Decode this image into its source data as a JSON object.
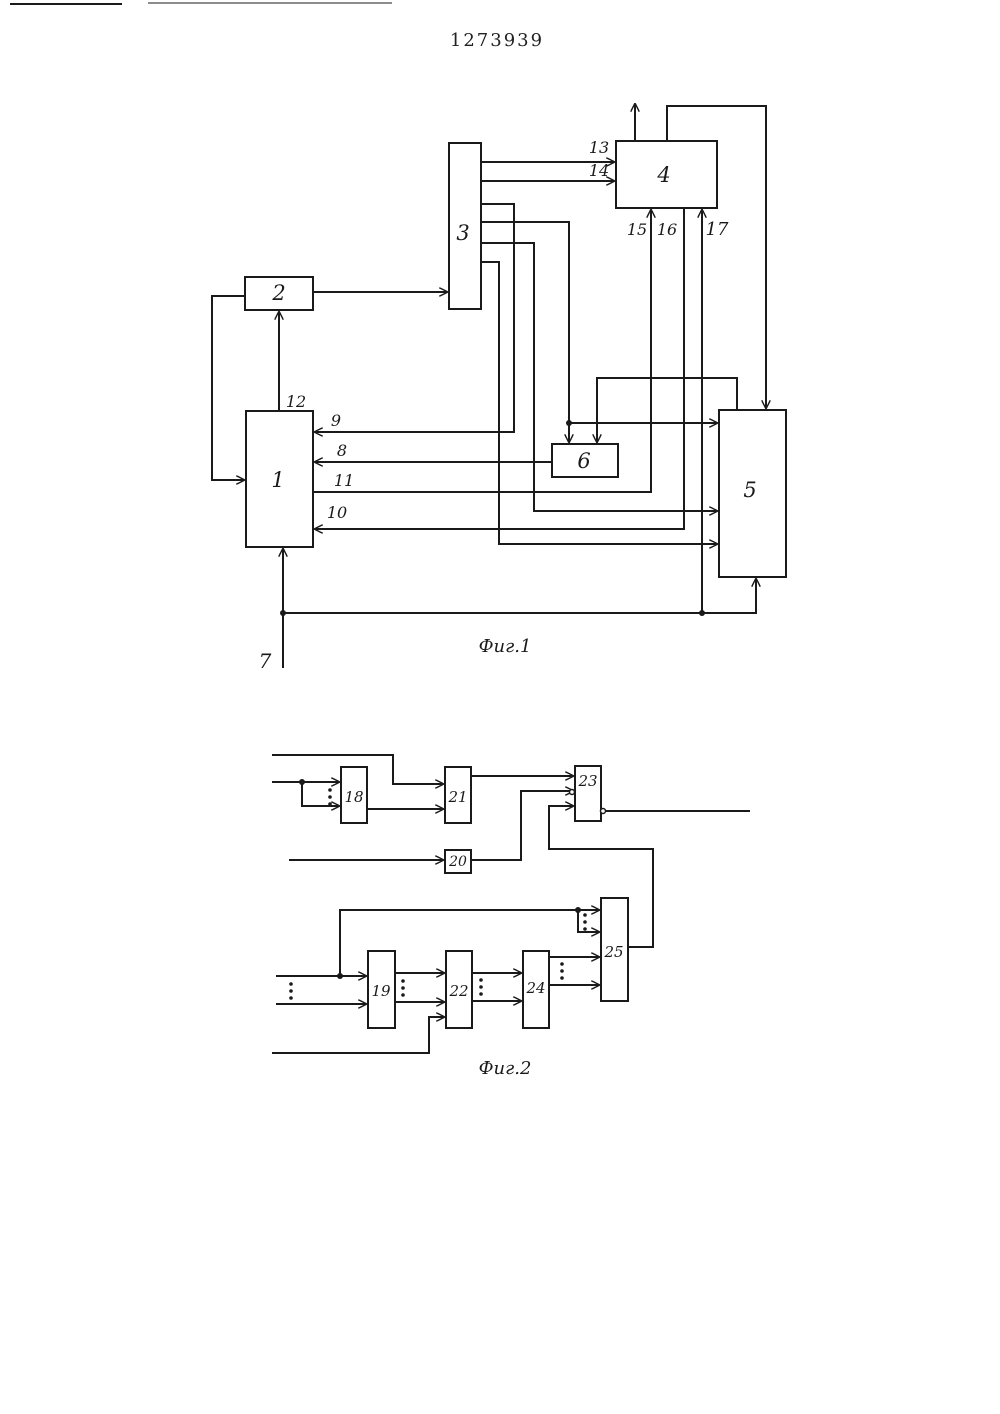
{
  "document": {
    "number": "1273939"
  },
  "figure1": {
    "caption": "Фиг.1",
    "blocks": {
      "b1": "1",
      "b2": "2",
      "b3": "3",
      "b4": "4",
      "b5": "5",
      "b6": "6"
    },
    "lines": {
      "l7": "7",
      "l8": "8",
      "l9": "9",
      "l10": "10",
      "l11": "11",
      "l12": "12",
      "l13": "13",
      "l14": "14",
      "l15": "15",
      "l16": "16",
      "l17": "17"
    }
  },
  "figure2": {
    "caption": "Фиг.2",
    "blocks": {
      "b18": "18",
      "b19": "19",
      "b20": "20",
      "b21": "21",
      "b22": "22",
      "b23": "23",
      "b24": "24",
      "b25": "25"
    }
  }
}
